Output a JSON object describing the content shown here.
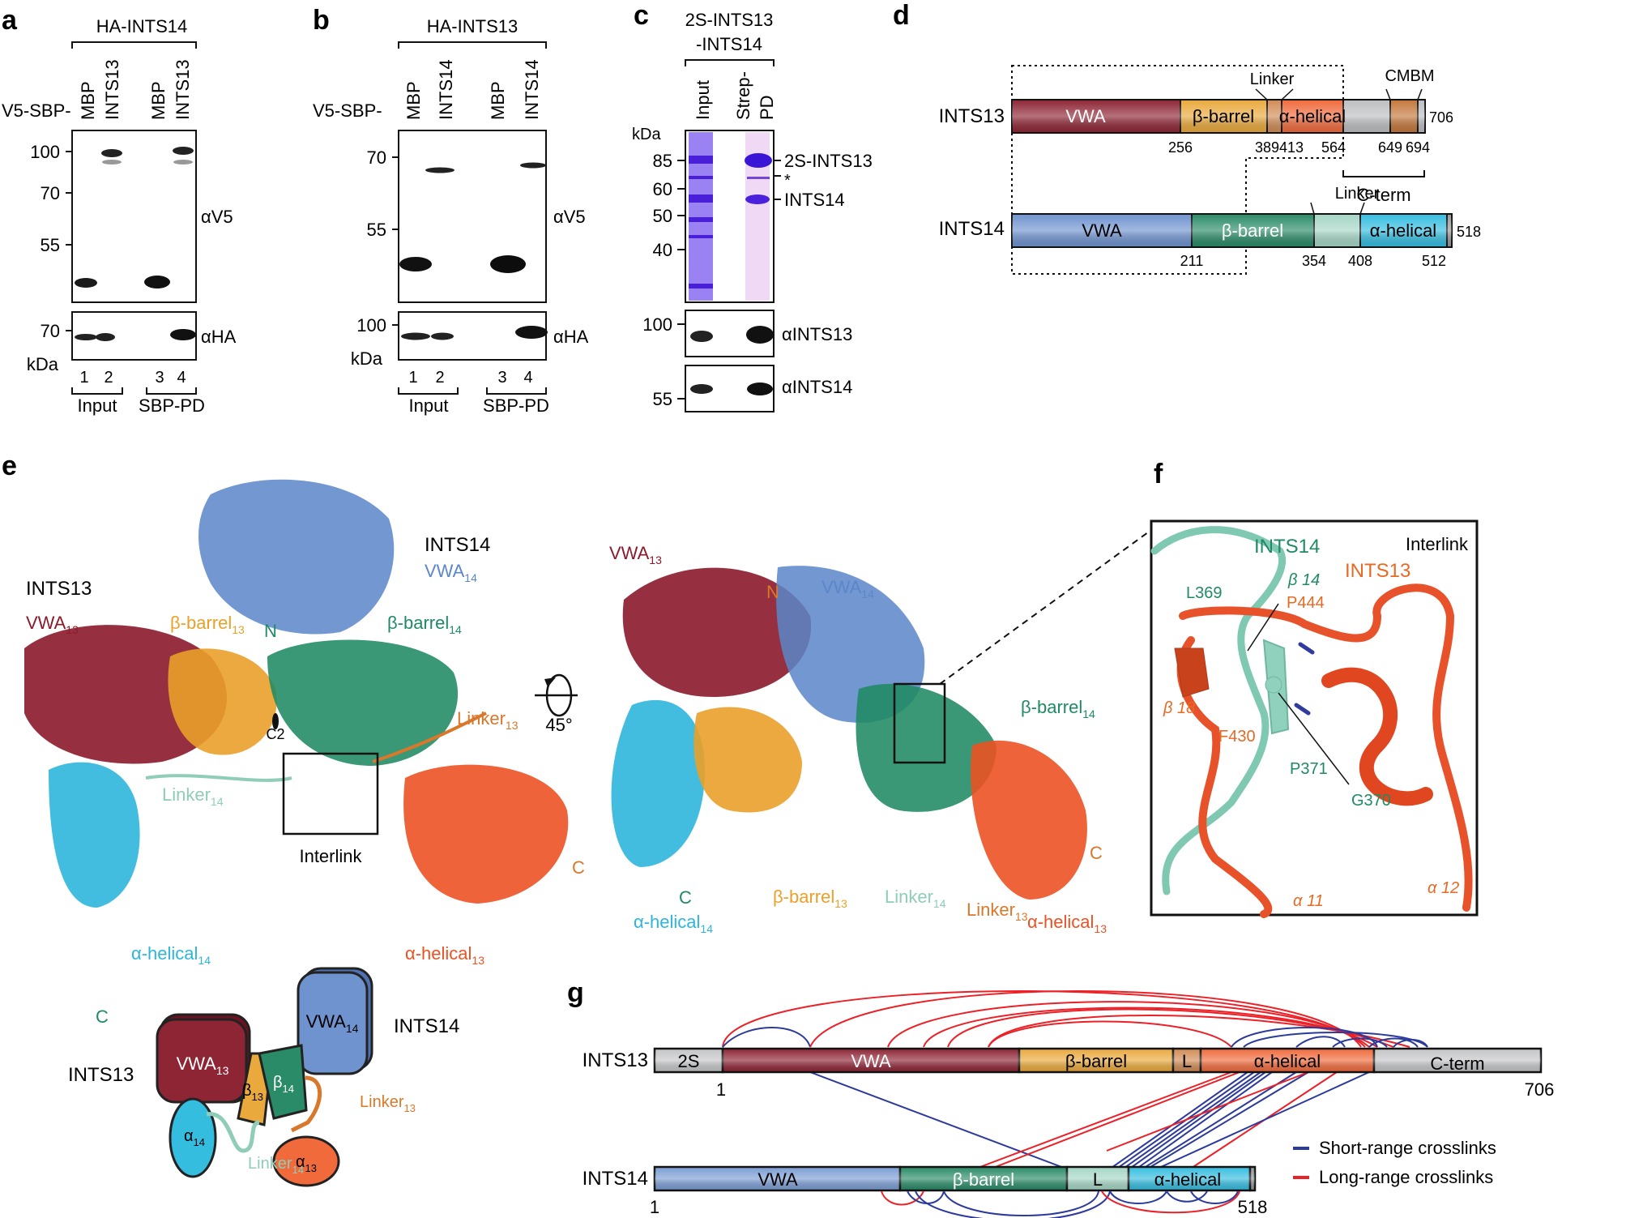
{
  "figure": {
    "panel_labels": {
      "a": "a",
      "b": "b",
      "c": "c",
      "d": "d",
      "e": "e",
      "f": "f",
      "g": "g"
    }
  },
  "panel_a": {
    "title": "HA-INTS14",
    "row_prefix": "V5-SBP-",
    "lanes": [
      "MBP",
      "INTS13",
      "MBP",
      "INTS13"
    ],
    "lane_numbers": [
      "1",
      "2",
      "3",
      "4"
    ],
    "groups": [
      "Input",
      "SBP-PD"
    ],
    "blot_top": {
      "antibody": "αV5",
      "markers": [
        "100",
        "70",
        "55"
      ]
    },
    "blot_bottom": {
      "antibody": "αHA",
      "markers": [
        "70"
      ]
    },
    "unit": "kDa"
  },
  "panel_b": {
    "title": "HA-INTS13",
    "row_prefix": "V5-SBP-",
    "lanes": [
      "MBP",
      "INTS14",
      "MBP",
      "INTS14"
    ],
    "lane_numbers": [
      "1",
      "2",
      "3",
      "4"
    ],
    "groups": [
      "Input",
      "SBP-PD"
    ],
    "blot_top": {
      "antibody": "αV5",
      "markers": [
        "70",
        "55"
      ]
    },
    "blot_bottom": {
      "antibody": "αHA",
      "markers": [
        "100"
      ]
    },
    "unit": "kDa"
  },
  "panel_c": {
    "title_line1": "2S-INTS13",
    "title_line2": "-INTS14",
    "lanes": [
      "Input",
      "Strep-",
      "PD"
    ],
    "unit": "kDa",
    "gel_markers": [
      "85",
      "60",
      "50",
      "40"
    ],
    "band_labels": [
      "2S-INTS13",
      "*",
      "INTS14"
    ],
    "blot1": {
      "antibody": "αINTS13",
      "marker": "100"
    },
    "blot2": {
      "antibody": "αINTS14",
      "marker": "55"
    }
  },
  "panel_d": {
    "ints13": {
      "name": "INTS13",
      "length": "706",
      "domains": [
        {
          "label": "VWA",
          "start": "1",
          "end": "256",
          "color": "#8e2535"
        },
        {
          "label": "β-barrel",
          "start": "256",
          "end": "389",
          "color": "#e9a93c"
        },
        {
          "label": "",
          "start": "389",
          "end": "413",
          "color": "#d18c55"
        },
        {
          "label": "α-helical",
          "start": "413",
          "end": "564",
          "color": "#f06a3c"
        },
        {
          "label": "",
          "start": "564",
          "end": "649",
          "color": "#bdbec0"
        },
        {
          "label": "",
          "start": "649",
          "end": "694",
          "color": "#c4773b"
        },
        {
          "label": "",
          "start": "694",
          "end": "706",
          "color": "#bdbec0"
        }
      ],
      "ticks": [
        "256",
        "389",
        "413",
        "564",
        "649",
        "694"
      ],
      "annotations": {
        "linker": "Linker",
        "cmbm": "CMBM",
        "cterm": "C-term"
      }
    },
    "ints14": {
      "name": "INTS14",
      "length": "518",
      "domains": [
        {
          "label": "VWA",
          "start": "1",
          "end": "211",
          "color": "#6f93cf"
        },
        {
          "label": "β-barrel",
          "start": "211",
          "end": "354",
          "color": "#2a8b68"
        },
        {
          "label": "",
          "start": "354",
          "end": "408",
          "color": "#a5d6c5"
        },
        {
          "label": "α-helical",
          "start": "408",
          "end": "512",
          "color": "#35bde0"
        },
        {
          "label": "",
          "start": "512",
          "end": "518",
          "color": "#9a9a9a"
        }
      ],
      "ticks": [
        "211",
        "354",
        "408",
        "512"
      ],
      "annotations": {
        "linker": "Linker"
      }
    }
  },
  "panel_e": {
    "view1_labels": {
      "ints14": "INTS14",
      "vwa14": "VWA",
      "vwa14_sub": "14",
      "ints13": "INTS13",
      "vwa13": "VWA",
      "vwa13_sub": "13",
      "bbarrel13": "β-barrel",
      "bbarrel13_sub": "13",
      "bbarrel14": "β-barrel",
      "bbarrel14_sub": "14",
      "n": "N",
      "c2": "C2",
      "linker13": "Linker",
      "linker13_sub": "13",
      "linker14": "Linker",
      "linker14_sub": "14",
      "interlink": "Interlink",
      "ahelical14": "α-helical",
      "ahelical14_sub": "14",
      "ahelical13": "α-helical",
      "ahelical13_sub": "13",
      "c_13": "C",
      "c_14": "C"
    },
    "rotation": "45°",
    "view2_labels": {
      "vwa13": "VWA",
      "vwa13_sub": "13",
      "n": "N",
      "vwa14": "VWA",
      "vwa14_sub": "14",
      "bbarrel14": "β-barrel",
      "bbarrel14_sub": "14",
      "c_13": "C",
      "c_14": "C",
      "bbarrel13": "β-barrel",
      "bbarrel13_sub": "13",
      "linker14": "Linker",
      "linker14_sub": "14",
      "linker13": "Linker",
      "linker13_sub": "13",
      "ahelical14": "α-helical",
      "ahelical14_sub": "14",
      "ahelical13": "α-helical",
      "ahelical13_sub": "13"
    },
    "schematic": {
      "ints13": "INTS13",
      "ints14": "INTS14",
      "vwa13": "VWA",
      "vwa13_sub": "13",
      "vwa14": "VWA",
      "vwa14_sub": "14",
      "b13": "β",
      "b13_sub": "13",
      "b14": "β",
      "b14_sub": "14",
      "a14": "α",
      "a14_sub": "14",
      "a13": "α",
      "a13_sub": "13",
      "linker13": "Linker",
      "linker13_sub": "13",
      "linker14": "Linker",
      "linker14_sub": "14"
    }
  },
  "panel_f": {
    "title": "Interlink",
    "ints14": "INTS14",
    "ints13": "INTS13",
    "residues": {
      "L369": "L369",
      "P444": "P444",
      "F430": "F430",
      "P371": "P371",
      "G370": "G370"
    },
    "elements": {
      "b14": "β 14",
      "b18": "β 18",
      "a11": "α 11",
      "a12": "α 12"
    }
  },
  "panel_g": {
    "ints13": {
      "name": "INTS13",
      "start": "1",
      "end": "706",
      "domains": [
        {
          "label": "2S",
          "color": "#c4c5c7"
        },
        {
          "label": "VWA",
          "color": "#8e2535"
        },
        {
          "label": "β-barrel",
          "color": "#e9a93c"
        },
        {
          "label": "L",
          "color": "#d18c55"
        },
        {
          "label": "α-helical",
          "color": "#f06a3c"
        },
        {
          "label": "C-term",
          "color": "#c4c5c7"
        }
      ]
    },
    "ints14": {
      "name": "INTS14",
      "start": "1",
      "end": "518",
      "domains": [
        {
          "label": "VWA",
          "color": "#7b9dd3"
        },
        {
          "label": "β-barrel",
          "color": "#2a8b68"
        },
        {
          "label": "L",
          "color": "#a5d6c5"
        },
        {
          "label": "α-helical",
          "color": "#35bde0"
        }
      ]
    },
    "legend": [
      {
        "label": "Short-range crosslinks",
        "color": "#2b3a9b"
      },
      {
        "label": "Long-range crosslinks",
        "color": "#ec2027"
      }
    ]
  },
  "colors": {
    "vwa13": "#8b1a2b",
    "bbarrel13": "#eaa02a",
    "linker13": "#d9782b",
    "ahelical13": "#ec5223",
    "vwa14": "#5b86c9",
    "bbarrel14": "#1f8a63",
    "linker14": "#8fcdb8",
    "ahelical14": "#2db6dc",
    "short_range": "#2b3a9b",
    "long_range": "#ec2027"
  }
}
